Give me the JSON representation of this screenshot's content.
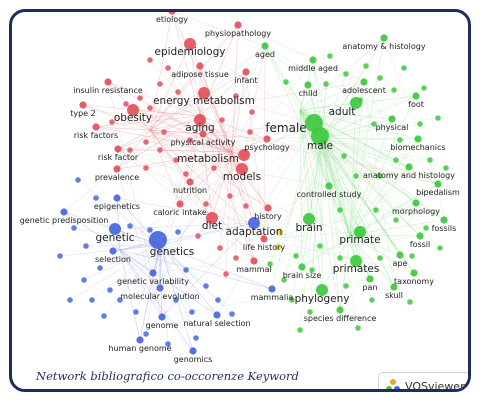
{
  "caption": "Network bibliografico co-occorenze Keyword",
  "brand": {
    "name": "VOSviewer",
    "icon": "vosviewer-logo-icon"
  },
  "colors": {
    "red": "#e2505a",
    "blue": "#4766e0",
    "green": "#3ec93e",
    "yellow": "#e6d23a",
    "frame": "#1f2d5c"
  },
  "clusters": [
    {
      "name": "red",
      "color": "#e2505a"
    },
    {
      "name": "blue",
      "color": "#4766e0"
    },
    {
      "name": "green",
      "color": "#3ec93e"
    },
    {
      "name": "yellow",
      "color": "#e6d23a"
    }
  ],
  "keywords": [
    {
      "label": "etiology",
      "cluster": "red",
      "w": 1
    },
    {
      "label": "physiopathology",
      "cluster": "red",
      "w": 1
    },
    {
      "label": "epidemiology",
      "cluster": "red",
      "w": 2
    },
    {
      "label": "aged",
      "cluster": "green",
      "w": 1
    },
    {
      "label": "anatomy & histology",
      "cluster": "green",
      "w": 1
    },
    {
      "label": "adipose tissue",
      "cluster": "red",
      "w": 1
    },
    {
      "label": "infant",
      "cluster": "red",
      "w": 1
    },
    {
      "label": "middle aged",
      "cluster": "green",
      "w": 1
    },
    {
      "label": "insulin resistance",
      "cluster": "red",
      "w": 1
    },
    {
      "label": "child",
      "cluster": "green",
      "w": 1
    },
    {
      "label": "adolescent",
      "cluster": "green",
      "w": 1
    },
    {
      "label": "energy metabolism",
      "cluster": "red",
      "w": 2
    },
    {
      "label": "type 2",
      "cluster": "red",
      "w": 1
    },
    {
      "label": "obesity",
      "cluster": "red",
      "w": 2
    },
    {
      "label": "adult",
      "cluster": "green",
      "w": 2
    },
    {
      "label": "foot",
      "cluster": "green",
      "w": 1
    },
    {
      "label": "aging",
      "cluster": "red",
      "w": 2
    },
    {
      "label": "female",
      "cluster": "green",
      "w": 3
    },
    {
      "label": "physical",
      "cluster": "green",
      "w": 1
    },
    {
      "label": "risk factors",
      "cluster": "red",
      "w": 1
    },
    {
      "label": "physical activity",
      "cluster": "red",
      "w": 1
    },
    {
      "label": "male",
      "cluster": "green",
      "w": 3
    },
    {
      "label": "psychology",
      "cluster": "red",
      "w": 1
    },
    {
      "label": "biomechanics",
      "cluster": "green",
      "w": 1
    },
    {
      "label": "risk factor",
      "cluster": "red",
      "w": 1
    },
    {
      "label": "metabolism",
      "cluster": "red",
      "w": 2
    },
    {
      "label": "prevalence",
      "cluster": "red",
      "w": 1
    },
    {
      "label": "models",
      "cluster": "red",
      "w": 2
    },
    {
      "label": "anatomy and histology",
      "cluster": "green",
      "w": 1
    },
    {
      "label": "nutrition",
      "cluster": "red",
      "w": 1
    },
    {
      "label": "controlled study",
      "cluster": "green",
      "w": 1
    },
    {
      "label": "bipedalism",
      "cluster": "green",
      "w": 1
    },
    {
      "label": "epigenetics",
      "cluster": "blue",
      "w": 1
    },
    {
      "label": "morphology",
      "cluster": "green",
      "w": 1
    },
    {
      "label": "caloric intake",
      "cluster": "red",
      "w": 1
    },
    {
      "label": "history",
      "cluster": "red",
      "w": 1
    },
    {
      "label": "genetic predisposition",
      "cluster": "blue",
      "w": 1
    },
    {
      "label": "diet",
      "cluster": "red",
      "w": 2
    },
    {
      "label": "adaptation",
      "cluster": "blue",
      "w": 2
    },
    {
      "label": "brain",
      "cluster": "green",
      "w": 2
    },
    {
      "label": "fossils",
      "cluster": "green",
      "w": 1
    },
    {
      "label": "genetic",
      "cluster": "blue",
      "w": 2
    },
    {
      "label": "primate",
      "cluster": "green",
      "w": 2
    },
    {
      "label": "fossil",
      "cluster": "green",
      "w": 1
    },
    {
      "label": "genetics",
      "cluster": "blue",
      "w": 3
    },
    {
      "label": "life history",
      "cluster": "red",
      "w": 1
    },
    {
      "label": "selection",
      "cluster": "blue",
      "w": 1
    },
    {
      "label": "ape",
      "cluster": "green",
      "w": 1
    },
    {
      "label": "mammal",
      "cluster": "red",
      "w": 1
    },
    {
      "label": "brain size",
      "cluster": "green",
      "w": 1
    },
    {
      "label": "primates",
      "cluster": "green",
      "w": 2
    },
    {
      "label": "taxonomy",
      "cluster": "green",
      "w": 1
    },
    {
      "label": "genetic variability",
      "cluster": "blue",
      "w": 1
    },
    {
      "label": "pan",
      "cluster": "green",
      "w": 1
    },
    {
      "label": "molecular evolution",
      "cluster": "blue",
      "w": 1
    },
    {
      "label": "skull",
      "cluster": "green",
      "w": 1
    },
    {
      "label": "mammalia",
      "cluster": "blue",
      "w": 1
    },
    {
      "label": "phylogeny",
      "cluster": "green",
      "w": 2
    },
    {
      "label": "species difference",
      "cluster": "green",
      "w": 1
    },
    {
      "label": "genome",
      "cluster": "blue",
      "w": 1
    },
    {
      "label": "natural selection",
      "cluster": "blue",
      "w": 1
    },
    {
      "label": "human genome",
      "cluster": "blue",
      "w": 1
    },
    {
      "label": "genomics",
      "cluster": "blue",
      "w": 1
    }
  ]
}
